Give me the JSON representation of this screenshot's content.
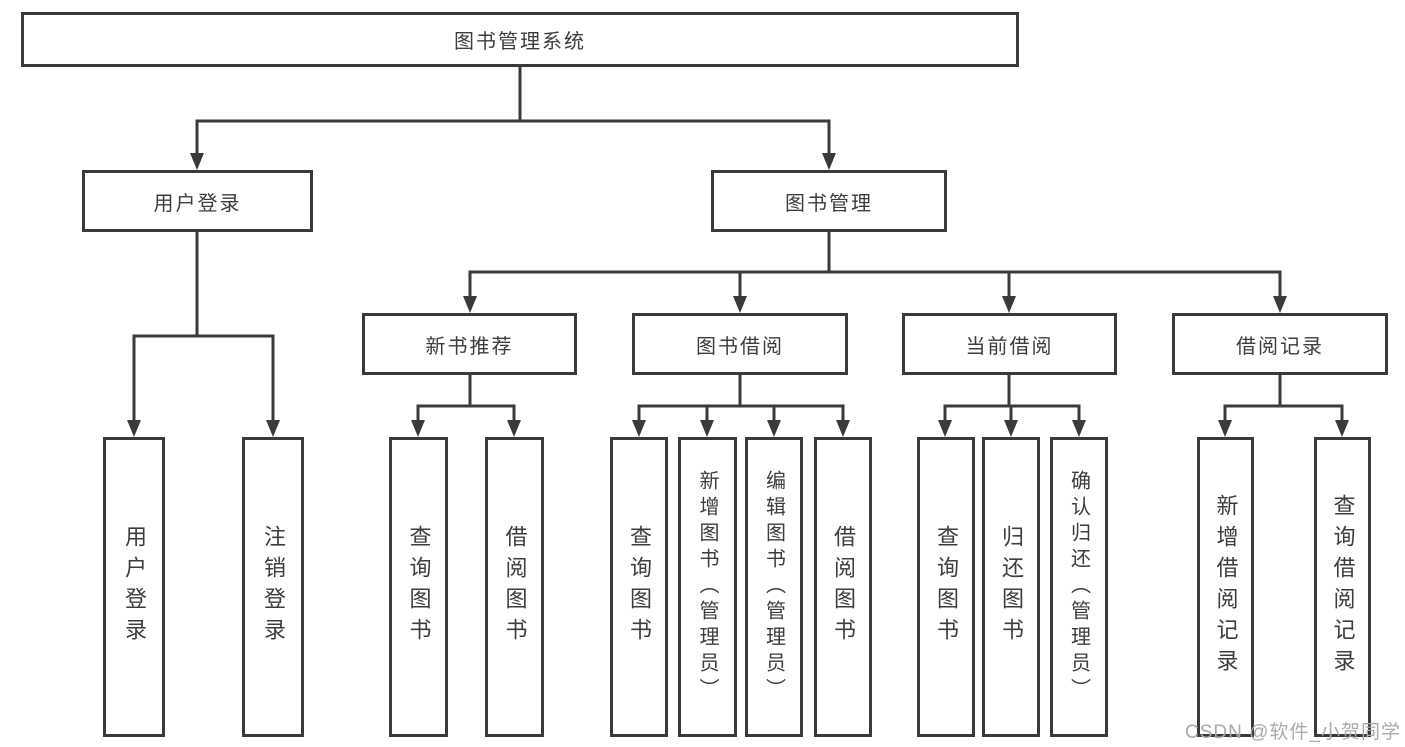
{
  "diagram_title": "图书管理系统",
  "nodes": {
    "root": "图书管理系统",
    "l2": {
      "user_login": "用户登录",
      "book_mgmt": "图书管理"
    },
    "l3": {
      "new_books": "新书推荐",
      "book_borrow": "图书借阅",
      "current_borrow": "当前借阅",
      "borrow_records": "借阅记录"
    },
    "leaves": {
      "user_login": [
        "用户登录",
        "注销登录"
      ],
      "new_books": [
        "查询图书",
        "借阅图书"
      ],
      "book_borrow": [
        "查询图书",
        "新增图书（管理员）",
        "编辑图书（管理员）",
        "借阅图书"
      ],
      "current_borrow": [
        "查询图书",
        "归还图书",
        "确认归还（管理员）"
      ],
      "borrow_records": [
        "新增借阅记录",
        "查询借阅记录"
      ]
    }
  },
  "watermark": "CSDN @软件_小贺同学",
  "colors": {
    "line": "#3a3a3a",
    "text": "#3d3d3d",
    "watermark": "#a8abaf",
    "background": "#ffffff"
  }
}
